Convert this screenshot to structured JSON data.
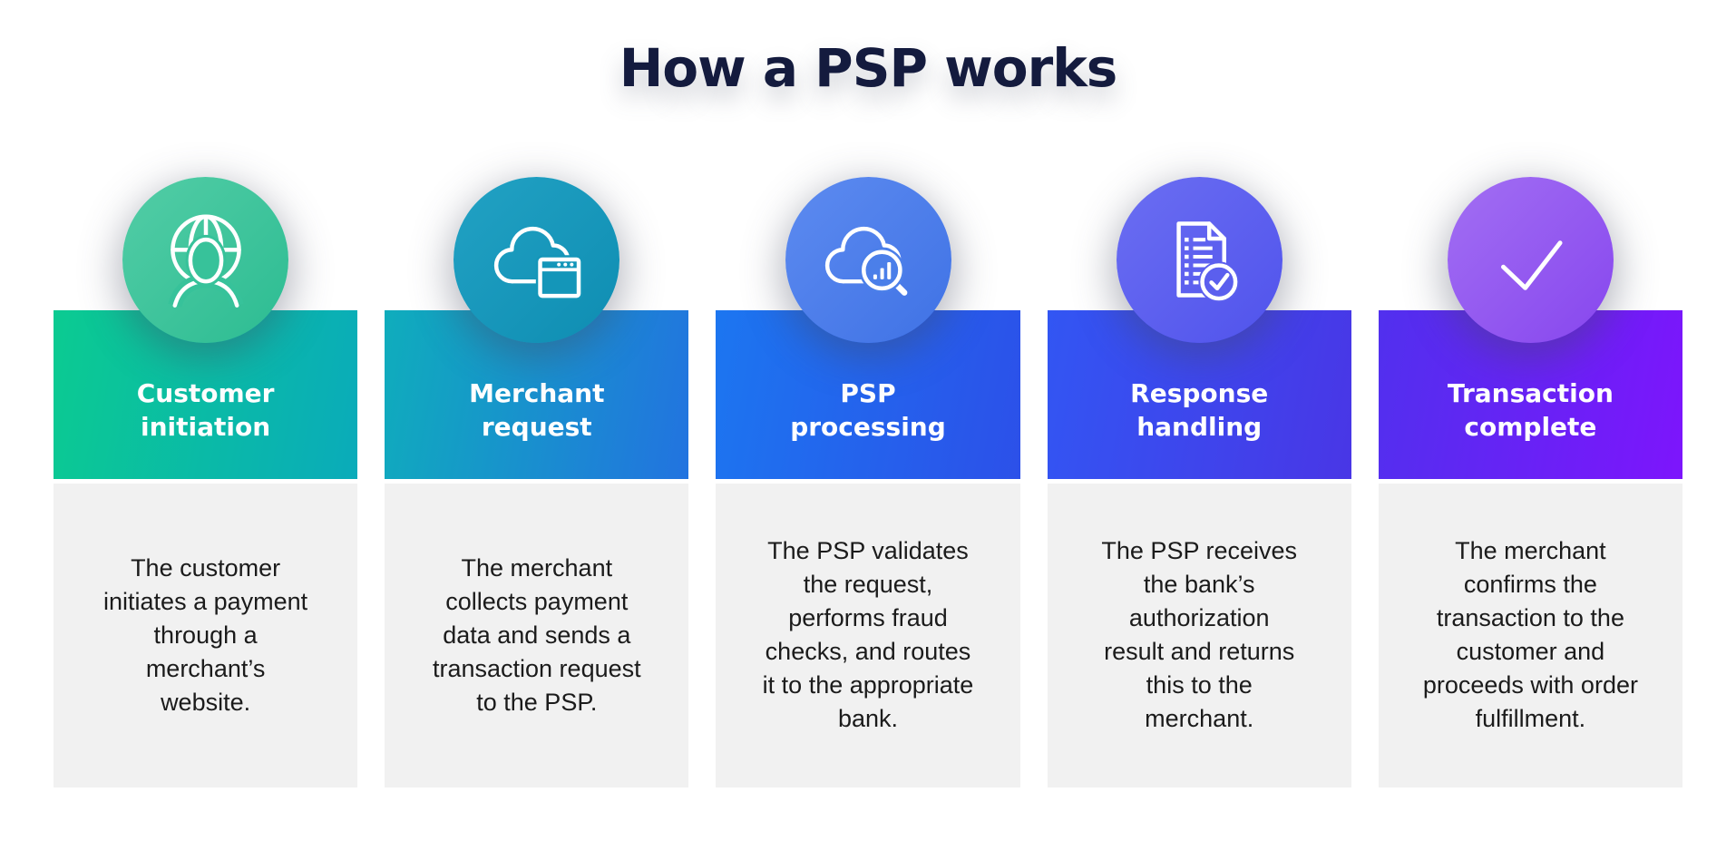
{
  "title": "How a PSP works",
  "colors": {
    "background": "#ffffff",
    "title_text": "#141b3e",
    "panel_bg": "#f1f1f1",
    "panel_text": "#1b1b1b",
    "header_text": "#ffffff"
  },
  "steps": [
    {
      "heading": "Customer\ninitiation",
      "description": "The customer\ninitiates a payment\nthrough a\nmerchant’s\nwebsite.",
      "icon": "globe-user-icon",
      "colors": {
        "header_from": "#0bcb91",
        "header_to": "#0aabba",
        "circle_from": "#53cda6",
        "circle_to": "#2cbc92",
        "patch": "#37c29a"
      }
    },
    {
      "heading": "Merchant\nrequest",
      "description": "The merchant\ncollects payment\ndata and sends a\ntransaction request\nto the PSP.",
      "icon": "cloud-browser-icon",
      "colors": {
        "header_from": "#0fadbc",
        "header_to": "#2273e0",
        "circle_from": "#22a2c4",
        "circle_to": "#0e8db2",
        "patch": "#1496b9"
      }
    },
    {
      "heading": "PSP\nprocessing",
      "description": "The PSP validates\nthe request,\nperforms fraud\nchecks, and routes\nit to the appropriate\nbank.",
      "icon": "cloud-search-icon",
      "colors": {
        "header_from": "#1c76f0",
        "header_to": "#2c50e9",
        "circle_from": "#5d8bf0",
        "circle_to": "#3f72e5",
        "patch": "#4b7fe9"
      }
    },
    {
      "heading": "Response\nhandling",
      "description": "The PSP receives\nthe bank’s\nauthorization\nresult and returns\nthis to the\nmerchant.",
      "icon": "document-check-icon",
      "colors": {
        "header_from": "#3256f3",
        "header_to": "#4936e6",
        "circle_from": "#6b6ef2",
        "circle_to": "#5053ec",
        "patch": "#5b5fee"
      }
    },
    {
      "heading": "Transaction\ncomplete",
      "description": "The merchant\nconfirms the\ntransaction to the\ncustomer and\nproceeds with order\nfulfillment.",
      "icon": "checkmark-icon",
      "colors": {
        "header_from": "#5130ee",
        "header_to": "#7d15fc",
        "circle_from": "#a26ff3",
        "circle_to": "#8746ee",
        "patch": "#9156f0"
      }
    }
  ]
}
